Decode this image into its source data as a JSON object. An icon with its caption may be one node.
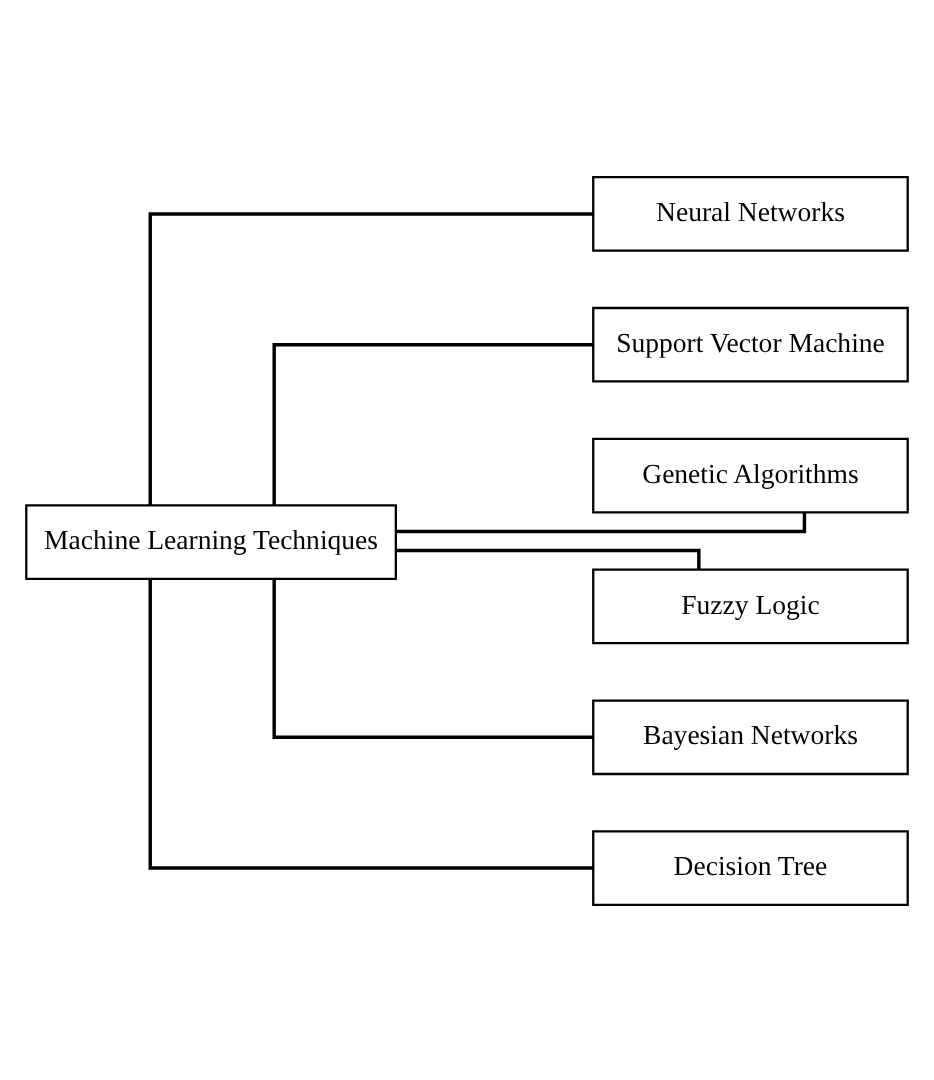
{
  "diagram": {
    "nodes": [
      {
        "text": [
          "Machine Learning Techniques"
        ]
      },
      {
        "text": [
          "Neural Networks"
        ]
      },
      {
        "text": [
          "Support Vector Machine"
        ]
      },
      {
        "text": [
          "Genetic Algorithms"
        ]
      },
      {
        "text": [
          "Fuzzy Logic"
        ]
      },
      {
        "text": [
          "Bayesian Networks"
        ]
      },
      {
        "text": [
          "Decision Tree"
        ]
      }
    ],
    "edges": [
      {
        "from": 0,
        "to": 1,
        "arrow": "none"
      },
      {
        "from": 0,
        "to": 2,
        "arrow": "none"
      },
      {
        "from": 0,
        "to": 3,
        "arrow": "none"
      },
      {
        "from": 0,
        "to": 4,
        "arrow": "none"
      },
      {
        "from": 0,
        "to": 5,
        "arrow": "none"
      },
      {
        "from": 0,
        "to": 6,
        "arrow": "none"
      }
    ]
  }
}
